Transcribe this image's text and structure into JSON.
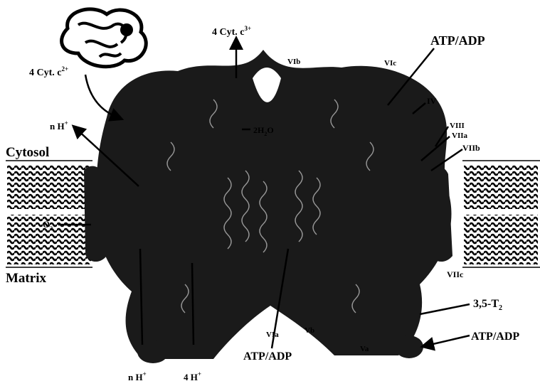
{
  "labels": {
    "cyt_c_left": "4 Cyt. c",
    "cyt_c_left_sup": "2+",
    "cyt_c_top": "4 Cyt. c",
    "cyt_c_top_sup": "3+",
    "atp_adp_top": "ATP/ADP",
    "atp_adp_bottom_mid": "ATP/ADP",
    "atp_adp_bottom_right": "ATP/ADP",
    "nh_top": "n H",
    "nh_top_sup": "+",
    "nh_bottom": "n H",
    "nh_bottom_sup": "+",
    "four_h_bottom": "4 H",
    "four_h_bottom_sup": "+",
    "water": "2H",
    "water_sub": "2",
    "water_tail": "O",
    "oxygen": "O",
    "oxygen_sub": "2",
    "t2": "3,5-T",
    "t2_sub": "2",
    "cytosol": "Cytosol",
    "matrix": "Matrix",
    "sub_vib": "VIb",
    "sub_vic": "VIc",
    "sub_iv": "IV",
    "sub_viii": "VIII",
    "sub_viia": "VIIa",
    "sub_viib": "VIIb",
    "sub_viic": "VIIc",
    "sub_via": "VIa",
    "sub_vb": "Vb",
    "sub_va": "Va"
  },
  "colors": {
    "ink": "#000000",
    "background": "#ffffff"
  }
}
